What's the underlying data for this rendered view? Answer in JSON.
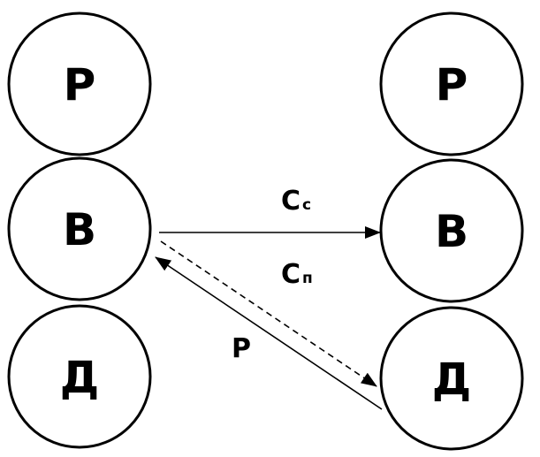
{
  "left_column": {
    "top": "Р",
    "middle": "В",
    "bottom": "Д"
  },
  "right_column": {
    "top": "Р",
    "middle": "В",
    "bottom": "Д"
  },
  "arrows": {
    "cc": {
      "main": "С",
      "sub": "с"
    },
    "cp": {
      "main": "С",
      "sub": "п"
    },
    "r": {
      "main": "Р"
    }
  },
  "colors": {
    "stroke": "#000000",
    "background": "#ffffff"
  }
}
